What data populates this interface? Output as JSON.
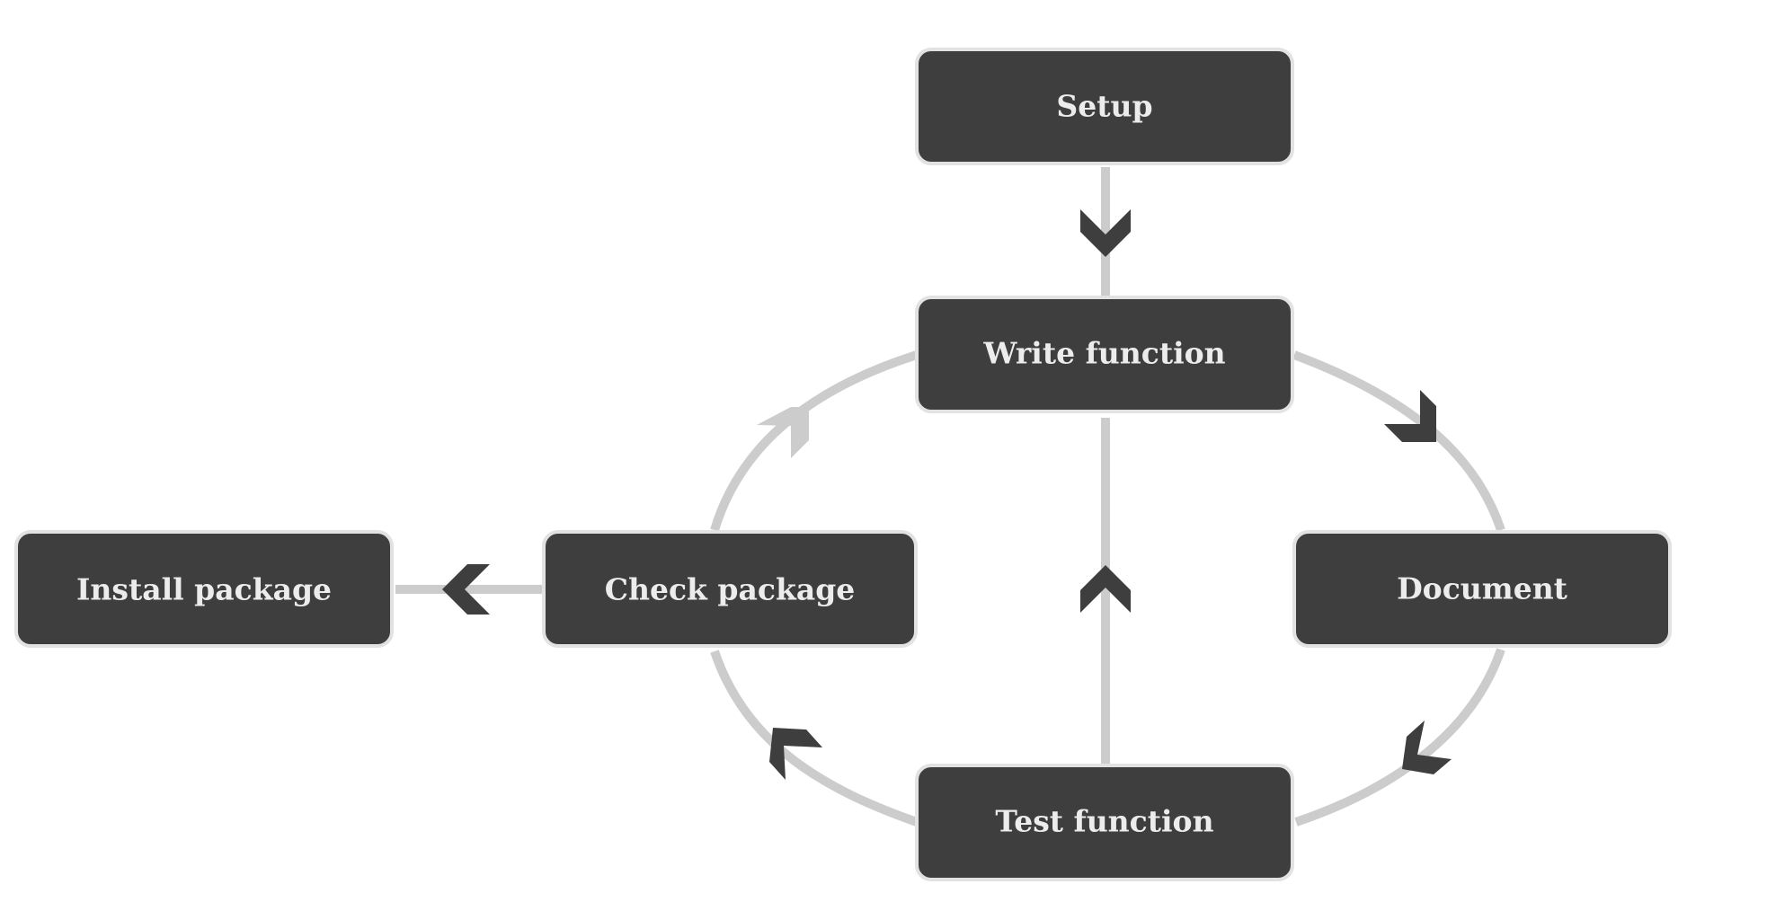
{
  "nodes": {
    "setup": "Setup",
    "write": "Write function",
    "document": "Document",
    "test": "Test function",
    "check": "Check package",
    "install": "Install package"
  },
  "edges": [
    {
      "from": "Setup",
      "to": "Write function"
    },
    {
      "from": "Write function",
      "to": "Document"
    },
    {
      "from": "Document",
      "to": "Test function"
    },
    {
      "from": "Test function",
      "to": "Write function"
    },
    {
      "from": "Test function",
      "to": "Check package"
    },
    {
      "from": "Check package",
      "to": "Write function"
    },
    {
      "from": "Check package",
      "to": "Install package"
    }
  ],
  "colors": {
    "node_fill": "#3e3e3e",
    "node_border": "#e2e2e2",
    "node_text": "#ececec",
    "edge": "#cccccc",
    "arrowhead": "#3e3e3e"
  }
}
